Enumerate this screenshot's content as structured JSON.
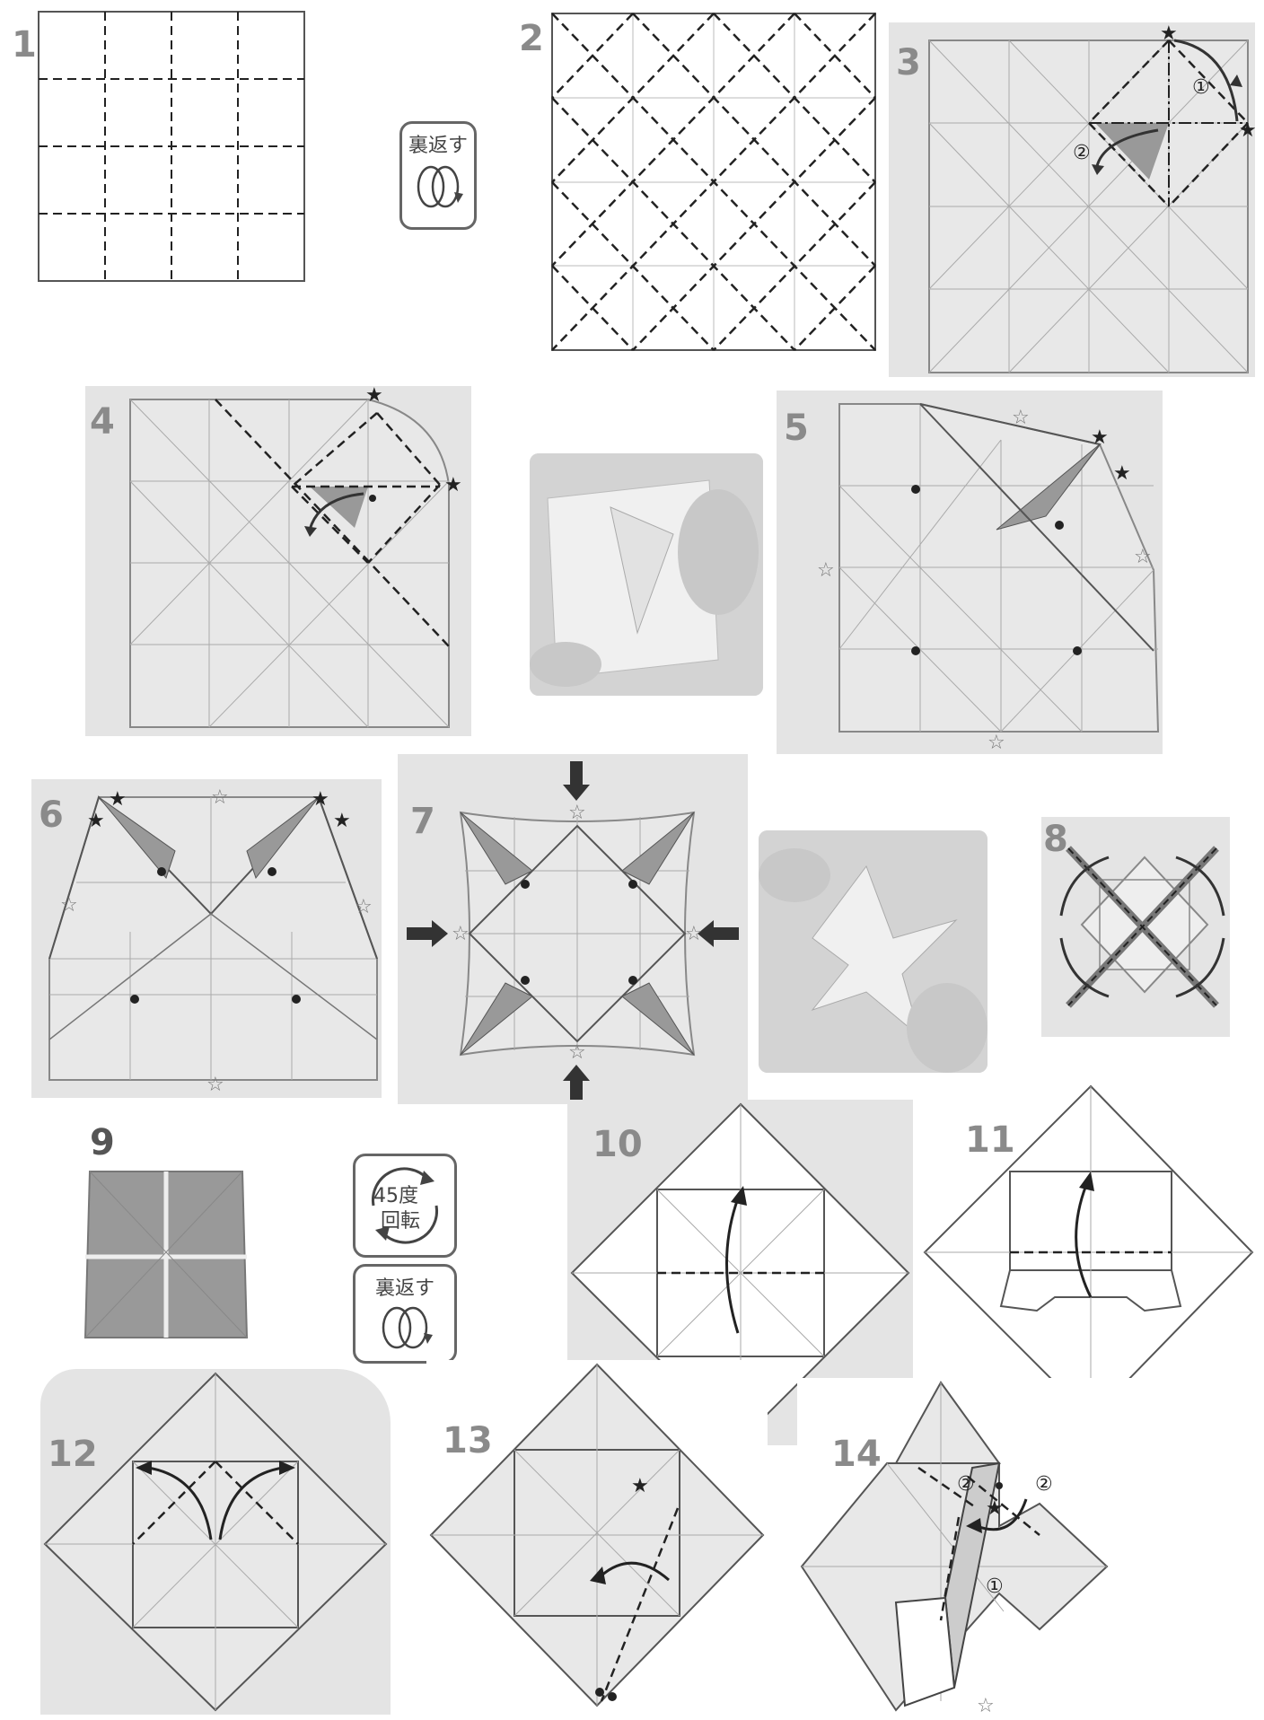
{
  "steps": {
    "s1": "1",
    "s2": "2",
    "s3": "3",
    "s4": "4",
    "s5": "5",
    "s6": "6",
    "s7": "7",
    "s8": "8",
    "s9": "9",
    "s10": "10",
    "s11": "11",
    "s12": "12",
    "s13": "13",
    "s14": "14"
  },
  "badges": {
    "flip_label": "裏返す",
    "rotate_angle": "45度",
    "rotate_action": "回転"
  },
  "markers": {
    "circled_1": "①",
    "circled_2": "②",
    "star_black": "★",
    "star_white": "☆"
  },
  "icons": [
    "flip-over-icon",
    "rotate-45-icon",
    "fold-arrow-icon",
    "push-arrow-icon"
  ],
  "colors": {
    "paper": "#e4e4e4",
    "line": "#555555",
    "shade": "#9a9a9a",
    "number": "#8a8a8a"
  }
}
